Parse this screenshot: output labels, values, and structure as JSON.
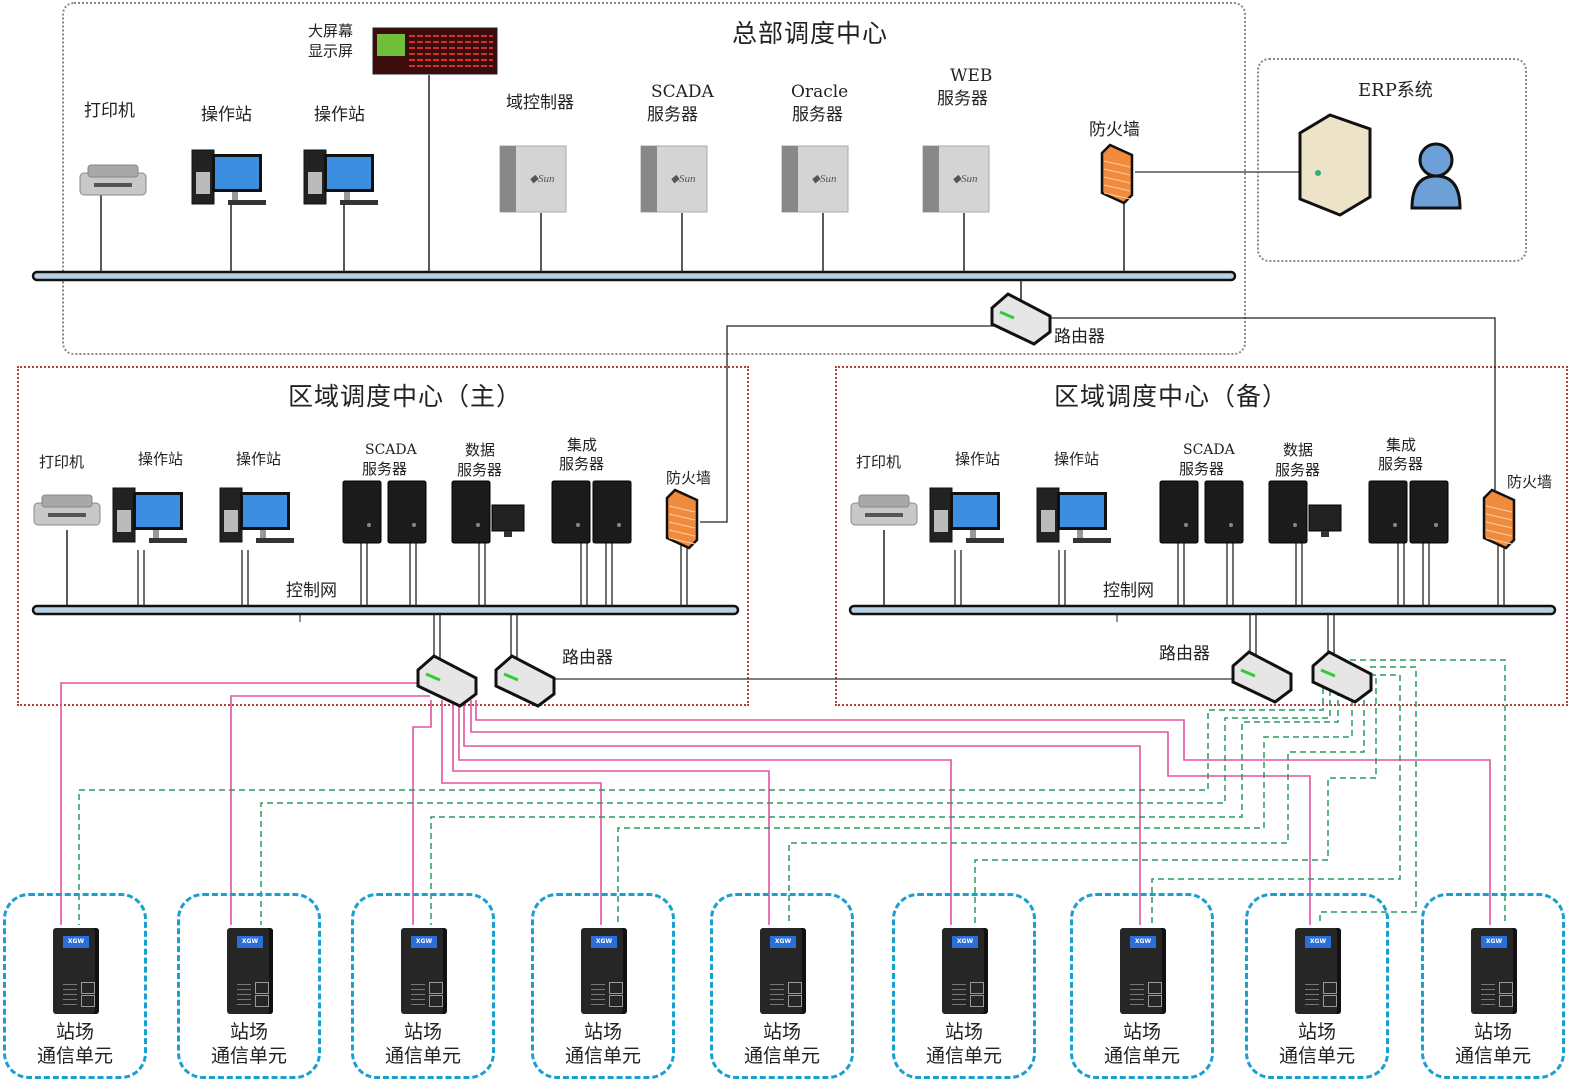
{
  "hq": {
    "title": "总部调度中心",
    "display_label": [
      "大屏幕",
      "显示屏"
    ],
    "devices": [
      {
        "type": "printer",
        "label": "打印机"
      },
      {
        "type": "workstation",
        "label": "操作站"
      },
      {
        "type": "workstation",
        "label": "操作站"
      },
      {
        "type": "sun-server",
        "label": "域控制器"
      },
      {
        "type": "sun-server",
        "label": [
          "SCADA",
          "服务器"
        ]
      },
      {
        "type": "sun-server",
        "label": [
          "Oracle",
          "服务器"
        ]
      },
      {
        "type": "sun-server",
        "label": [
          "WEB",
          "服务器"
        ]
      },
      {
        "type": "firewall",
        "label": "防火墙"
      }
    ],
    "router_label": "路由器"
  },
  "erp": {
    "title": "ERP系统"
  },
  "regional_main": {
    "title": "区域调度中心（主）",
    "bus_label": "控制网",
    "router_label": "路由器",
    "devices": [
      {
        "type": "printer",
        "label": "打印机"
      },
      {
        "type": "workstation",
        "label": "操作站"
      },
      {
        "type": "workstation",
        "label": "操作站"
      },
      {
        "type": "tower-pair",
        "label": [
          "SCADA",
          "服务器"
        ]
      },
      {
        "type": "tower-monitor",
        "label": [
          "数据",
          "服务器"
        ]
      },
      {
        "type": "tower-pair",
        "label": [
          "集成",
          "服务器"
        ]
      },
      {
        "type": "firewall",
        "label": "防火墙"
      }
    ]
  },
  "regional_backup": {
    "title": "区域调度中心（备）",
    "bus_label": "控制网",
    "router_label": "路由器",
    "devices": [
      {
        "type": "printer",
        "label": "打印机"
      },
      {
        "type": "workstation",
        "label": "操作站"
      },
      {
        "type": "workstation",
        "label": "操作站"
      },
      {
        "type": "tower-pair",
        "label": [
          "SCADA",
          "服务器"
        ]
      },
      {
        "type": "tower-monitor",
        "label": [
          "数据",
          "服务器"
        ]
      },
      {
        "type": "tower-pair",
        "label": [
          "集成",
          "服务器"
        ]
      },
      {
        "type": "firewall",
        "label": "防火墙"
      }
    ]
  },
  "stations": {
    "count": 9,
    "device_brand": "XGW",
    "label_line1": "站场",
    "label_line2": "通信单元"
  },
  "colors": {
    "primary_link": "#e0559e",
    "backup_link": "#2a9a5c",
    "station_border": "#1aa0d0",
    "regional_border": "#b04040",
    "bus_fill": "#bcd0e4",
    "firewall": "#f08a3c"
  },
  "legend_semantics": {
    "primary_link": "solid pink — from main regional router",
    "backup_link": "dashed green — from backup regional router"
  }
}
